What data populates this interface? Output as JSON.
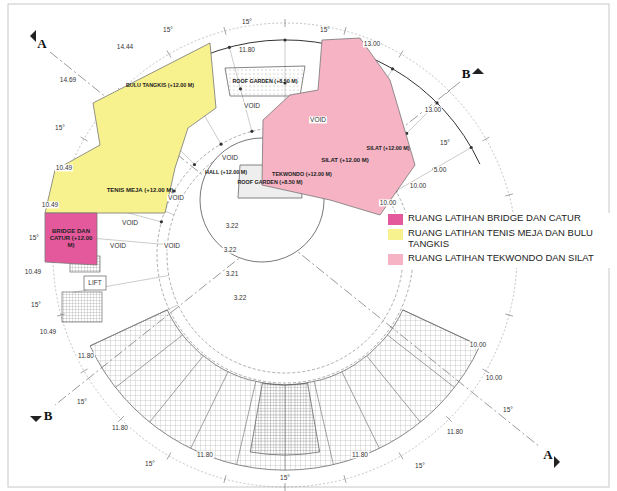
{
  "diagram": {
    "nodes": [
      {
        "text": [
          "BULU TANGKIS (+12.00 M)",
          "TENIS MEJA (+12.00 M)"
        ]
      },
      {
        "text": [
          "BRIDGE DAN CATUR (+12.00 M)"
        ]
      },
      {
        "text": [
          "ROOF GARDEN (+8.50 M)"
        ]
      },
      {
        "text": [
          "HALL (+12.00 M)"
        ]
      },
      {
        "text": [
          "ROOF GARDEN (+8.50 M)"
        ],
        "in": 3
      },
      {
        "text": [
          "SILAT (+12.00 M)",
          "SILAT (+12.00 M)",
          "TEKWONDO (+12.00 M)"
        ]
      }
    ],
    "labels": [
      "A",
      "A",
      "B",
      "B",
      "14.44",
      "11.80",
      "13.00",
      "15°",
      "15°",
      "15°",
      "14.69",
      "15°",
      "10.49",
      "10.49",
      "15°",
      "10.49",
      "15°",
      "10.49",
      "13.00",
      "15°",
      "5.00",
      "10.00",
      "10.00",
      "10.00",
      "10.00",
      "15°",
      "11.80",
      "15°",
      "11.80",
      "15°",
      "11.80",
      "15°",
      "11.80",
      "15°",
      "11.80",
      "3.22",
      "3.22",
      "3.21",
      "3.22",
      "VOID",
      "VOID",
      "VOID",
      "VOID",
      "VOID",
      "VOID",
      "VOID",
      "LIFT"
    ],
    "legend": [
      {
        "text": "RUANG LATIHAN BRIDGE DAN CATUR",
        "color": "#e4599c"
      },
      {
        "text": "RUANG LATIHAN TENIS MEJA DAN BULU TANGKIS",
        "color": "#f8f28e"
      },
      {
        "text": "RUANG LATIHAN TEKWONDO DAN SILAT",
        "color": "#f5b3c4"
      }
    ]
  }
}
